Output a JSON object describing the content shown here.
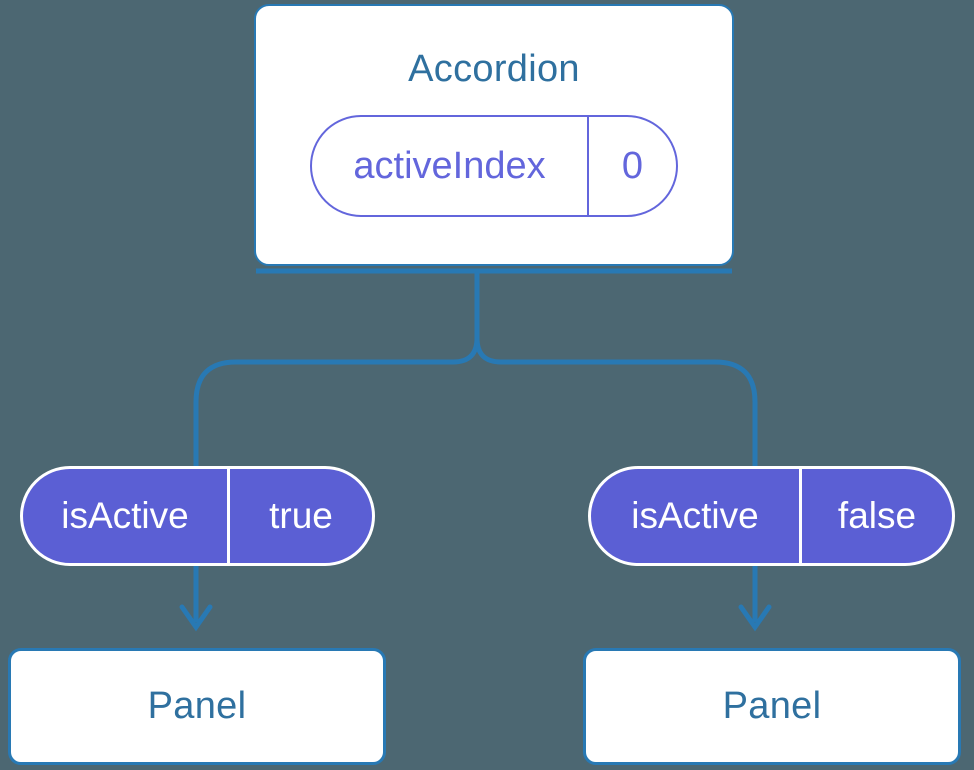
{
  "colors": {
    "background": "#4c6772",
    "line_blue": "#2879b4",
    "node_text": "#2f709f",
    "pill_purple": "#5b5fd4",
    "pill_outline": "#6366dc",
    "node_bg": "#ffffff"
  },
  "tree": {
    "root": {
      "title": "Accordion",
      "state": {
        "label": "activeIndex",
        "value": "0"
      }
    },
    "left_child": {
      "prop": {
        "label": "isActive",
        "value": "true"
      },
      "title": "Panel"
    },
    "right_child": {
      "prop": {
        "label": "isActive",
        "value": "false"
      },
      "title": "Panel"
    }
  }
}
